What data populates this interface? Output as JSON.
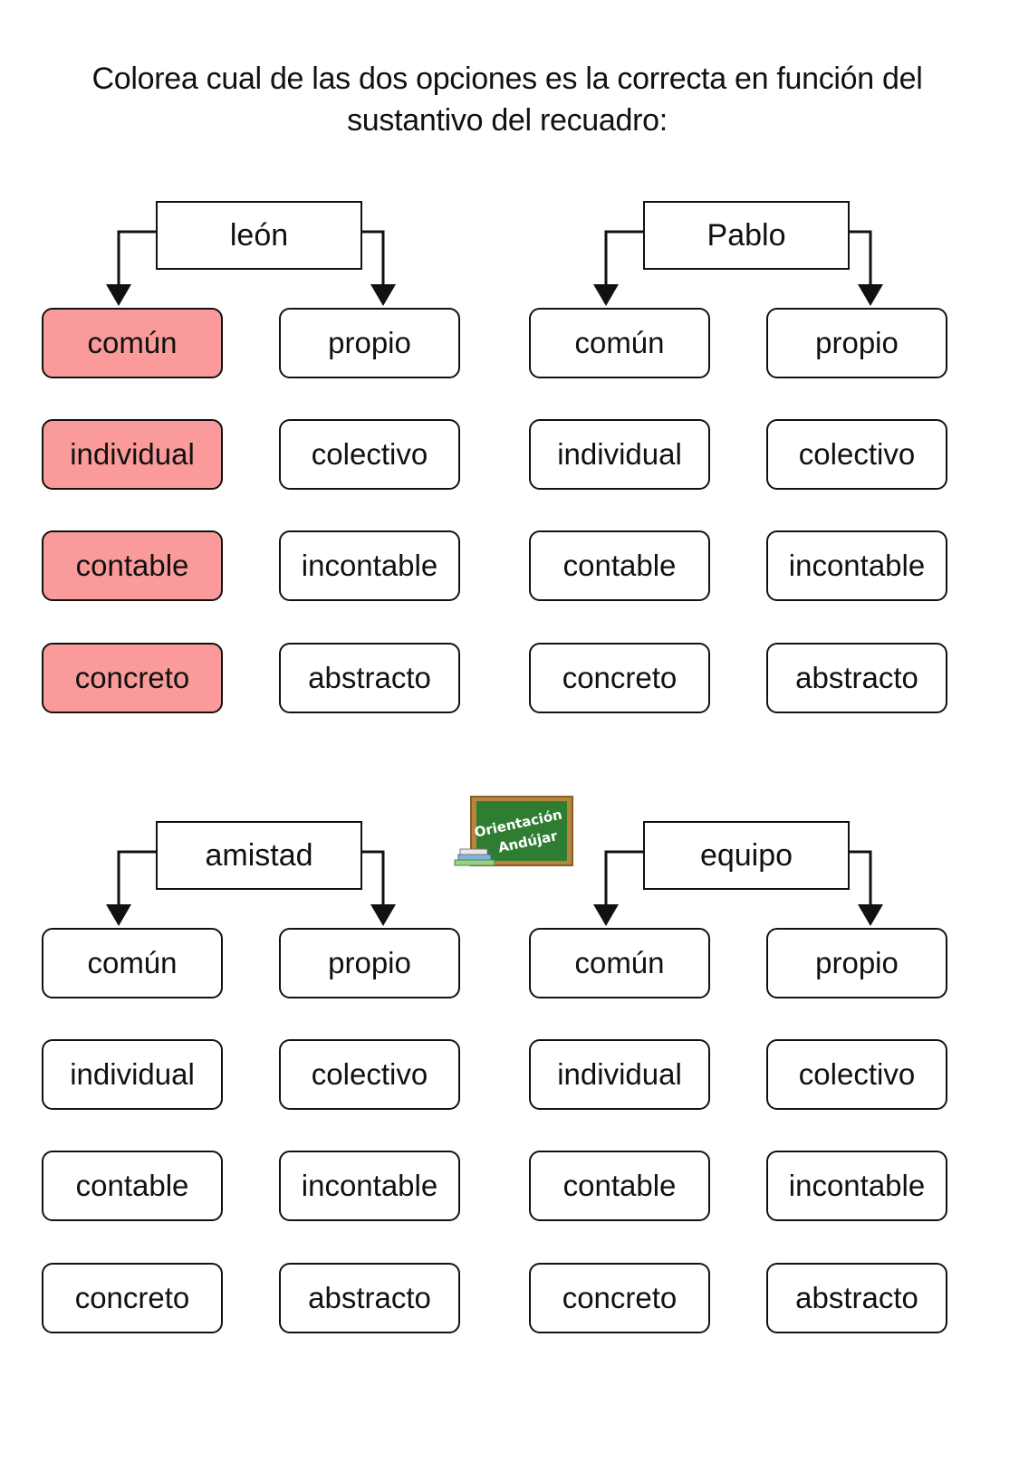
{
  "title": {
    "line1": "Colorea cual de las dos opciones es la correcta en función del",
    "line2": "sustantivo del recuadro:"
  },
  "highlight_color": "#fb9a9a",
  "groups": [
    {
      "noun": "león",
      "rows": [
        {
          "left": "común",
          "right": "propio",
          "left_colored": true,
          "right_colored": false
        },
        {
          "left": "individual",
          "right": "colectivo",
          "left_colored": true,
          "right_colored": false
        },
        {
          "left": "contable",
          "right": "incontable",
          "left_colored": true,
          "right_colored": false
        },
        {
          "left": "concreto",
          "right": "abstracto",
          "left_colored": true,
          "right_colored": false
        }
      ]
    },
    {
      "noun": "Pablo",
      "rows": [
        {
          "left": "común",
          "right": "propio",
          "left_colored": false,
          "right_colored": false
        },
        {
          "left": "individual",
          "right": "colectivo",
          "left_colored": false,
          "right_colored": false
        },
        {
          "left": "contable",
          "right": "incontable",
          "left_colored": false,
          "right_colored": false
        },
        {
          "left": "concreto",
          "right": "abstracto",
          "left_colored": false,
          "right_colored": false
        }
      ]
    },
    {
      "noun": "amistad",
      "rows": [
        {
          "left": "común",
          "right": "propio",
          "left_colored": false,
          "right_colored": false
        },
        {
          "left": "individual",
          "right": "colectivo",
          "left_colored": false,
          "right_colored": false
        },
        {
          "left": "contable",
          "right": "incontable",
          "left_colored": false,
          "right_colored": false
        },
        {
          "left": "concreto",
          "right": "abstracto",
          "left_colored": false,
          "right_colored": false
        }
      ]
    },
    {
      "noun": "equipo",
      "rows": [
        {
          "left": "común",
          "right": "propio",
          "left_colored": false,
          "right_colored": false
        },
        {
          "left": "individual",
          "right": "colectivo",
          "left_colored": false,
          "right_colored": false
        },
        {
          "left": "contable",
          "right": "incontable",
          "left_colored": false,
          "right_colored": false
        },
        {
          "left": "concreto",
          "right": "abstracto",
          "left_colored": false,
          "right_colored": false
        }
      ]
    }
  ],
  "logo": {
    "line1": "Orientación",
    "line2": "Andújar"
  }
}
